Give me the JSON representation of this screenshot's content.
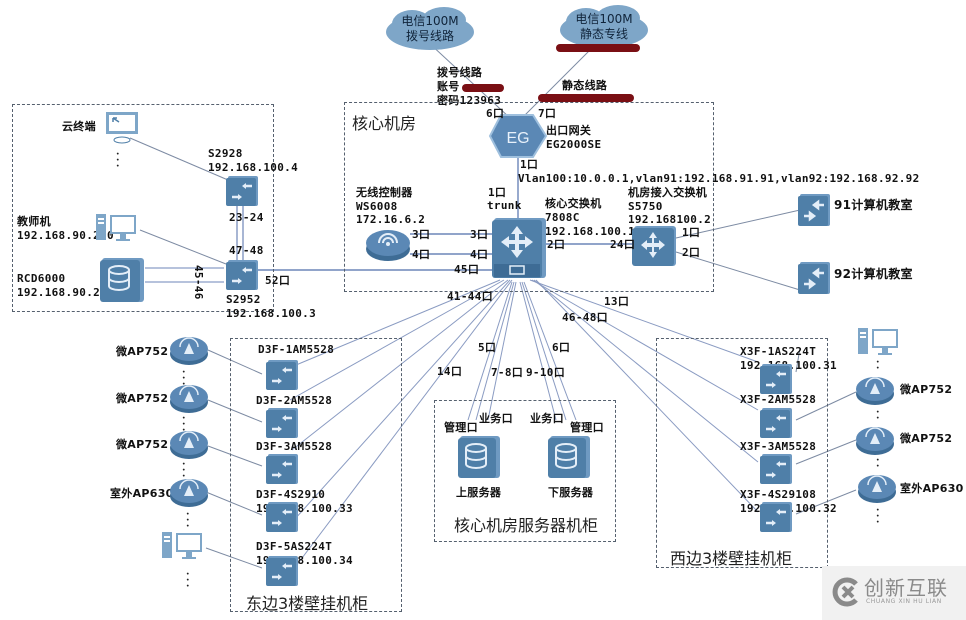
{
  "isp": {
    "dialup_cloud": "电信100M\n拨号线路",
    "static_cloud": "电信100M\n静态专线",
    "dialup_info_title": "拨号线路",
    "dialup_account": "账号",
    "dialup_password": "密码123963",
    "static_info_title": "静态线路"
  },
  "core_room": {
    "title": "核心机房",
    "gateway": {
      "icon_text": "EG",
      "name": "出口网关",
      "model": "EG2000SE",
      "port_dialup": "6口",
      "port_static": "7口",
      "port_down": "1口"
    },
    "vlan_info": "Vlan100:10.0.0.1,vlan91:192.168.91.91,vlan92:192.168.92.92",
    "core_switch": {
      "name": "核心交换机",
      "model": "7808C",
      "ip": "192.168.100.1",
      "port_up": "1口",
      "trunk": "trunk",
      "port_3": "3口",
      "port_4": "4口",
      "port_2": "2口",
      "port_45": "45口"
    },
    "wireless_controller": {
      "name": "无线控制器",
      "model": "WS6008",
      "ip": "172.16.6.2",
      "port_3": "3口",
      "port_4": "4口"
    },
    "access_switch": {
      "name": "机房接入交换机",
      "model": "S5750",
      "ip": "192.168100.2",
      "port_24": "24口",
      "port_1": "1口",
      "port_2": "2口"
    },
    "labs": [
      {
        "label": "91计算机教室"
      },
      {
        "label": "92计算机教室"
      }
    ]
  },
  "left_group": {
    "cloud_terminal": "云终端",
    "s2928": {
      "model": "S2928",
      "ip": "192.168.100.4",
      "ports": "23-24"
    },
    "teacher": {
      "name": "教师机",
      "ip": "192.168.90.250"
    },
    "rcd": {
      "name": "RCD6000",
      "ip": "192.168.90.253"
    },
    "s2952": {
      "model": "S2952",
      "ip": "192.168.100.3",
      "ports_up": "47-48",
      "ports_rcd": "45-46",
      "port_52": "52口"
    }
  },
  "core_ports": {
    "p41_44": "41-44口",
    "p14": "14口",
    "p5": "5口",
    "p7_8": "7-8口",
    "p9_10": "9-10口",
    "p6": "6口",
    "p46_48": "46-48口",
    "p13": "13口"
  },
  "east_cabinet": {
    "title": "东边3楼壁挂机柜",
    "switches": [
      {
        "name": "D3F-1AM5528",
        "ip": ""
      },
      {
        "name": "D3F-2AM5528",
        "ip": ""
      },
      {
        "name": "D3F-3AM5528",
        "ip": ""
      },
      {
        "name": "D3F-4S2910",
        "ip": "192.168.100.33"
      },
      {
        "name": "D3F-5AS224T",
        "ip": "192.168.100.34"
      }
    ],
    "aps": [
      {
        "label": "微AP752"
      },
      {
        "label": "微AP752"
      },
      {
        "label": "微AP752"
      },
      {
        "label": "室外AP630"
      }
    ]
  },
  "server_cabinet": {
    "title": "核心机房服务器机柜",
    "upper": {
      "name": "上服务器",
      "mgmt": "管理口",
      "biz": "业务口"
    },
    "lower": {
      "name": "下服务器",
      "mgmt": "管理口",
      "biz": "业务口"
    }
  },
  "west_cabinet": {
    "title": "西边3楼壁挂机柜",
    "switches": [
      {
        "name": "X3F-1AS224T",
        "ip": "192.168.100.31"
      },
      {
        "name": "X3F-2AM5528",
        "ip": ""
      },
      {
        "name": "X3F-3AM5528",
        "ip": ""
      },
      {
        "name": "X3F-4S29108",
        "ip": "192.168.100.32"
      }
    ],
    "aps": [
      {
        "label": "微AP752"
      },
      {
        "label": "微AP752"
      },
      {
        "label": "室外AP630"
      }
    ]
  },
  "watermark": {
    "text": "创新互联",
    "sub": "CHUANG XIN HU LIAN"
  },
  "colors": {
    "device": "#4f7fa8",
    "device_light": "#7ea6c8",
    "line": "#7a8aa6",
    "link_blue": "#6d86b8",
    "redact": "#7a0f14"
  }
}
